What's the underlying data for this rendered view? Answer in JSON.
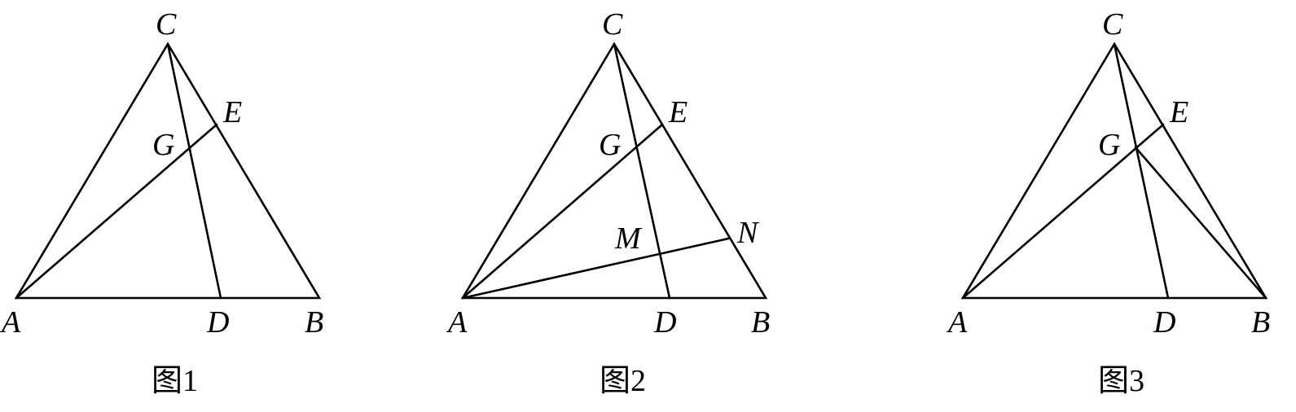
{
  "figures": [
    {
      "caption": "图1",
      "labels": {
        "A": "A",
        "B": "B",
        "C": "C",
        "D": "D",
        "E": "E",
        "G": "G"
      }
    },
    {
      "caption": "图2",
      "labels": {
        "A": "A",
        "B": "B",
        "C": "C",
        "D": "D",
        "E": "E",
        "G": "G",
        "M": "M",
        "N": "N"
      }
    },
    {
      "caption": "图3",
      "labels": {
        "A": "A",
        "B": "B",
        "C": "C",
        "D": "D",
        "E": "E",
        "G": "G"
      }
    }
  ]
}
